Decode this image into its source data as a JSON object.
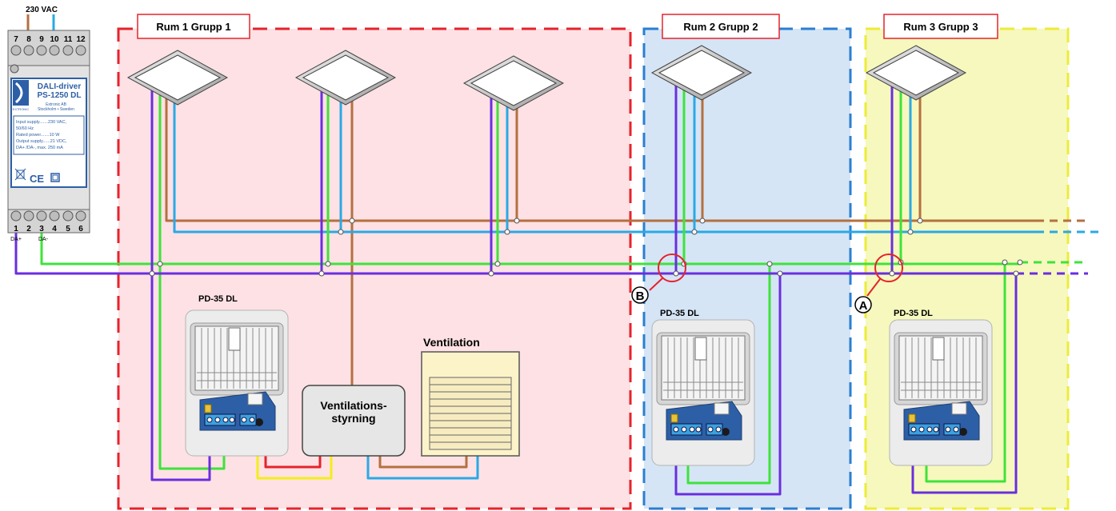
{
  "driver": {
    "supply_label": "230 VAC",
    "top_terminals": [
      "7",
      "8",
      "9",
      "10",
      "11",
      "12"
    ],
    "bottom_terminals": [
      "1",
      "2",
      "3",
      "4",
      "5",
      "6"
    ],
    "da_plus": "DA+",
    "da_minus": "DA-",
    "title": "DALI-driver",
    "model": "PS-1250 DL",
    "maker_line1": "Extronic AB",
    "maker_line2": "Stockholm • Sweden",
    "brand_tag": "EXTRONIC",
    "specs": [
      "Input supply.......230 VAC,",
      "50/60 Hz",
      "Rated power.......10 W",
      "Output supply......21 VDC,",
      "DA+ /DA-, max. 250 mA"
    ],
    "cert_marks": "CE"
  },
  "rooms": [
    {
      "label": "Rum 1 Grupp 1"
    },
    {
      "label": "Rum 2 Grupp 2"
    },
    {
      "label": "Rum 3 Grupp 3"
    }
  ],
  "sensors": [
    {
      "label": "PD-35 DL"
    },
    {
      "label": "PD-35 DL"
    },
    {
      "label": "PD-35 DL"
    }
  ],
  "ventilation_control": {
    "line1": "Ventilations-",
    "line2": "styrning"
  },
  "ventilation": {
    "label": "Ventilation"
  },
  "markers": [
    {
      "label": "B"
    },
    {
      "label": "A"
    }
  ],
  "colors": {
    "room1_fill": "#fde1e4",
    "room1_border": "#e5232b",
    "room2_fill": "#d5e5f6",
    "room2_border": "#2a7fd1",
    "room3_fill": "#f6f8bd",
    "room3_border": "#ecec3a",
    "wire_purple": "#6a2ee0",
    "wire_green": "#3ee33a",
    "wire_blue": "#29a9e6",
    "wire_brown": "#b5703f",
    "wire_red": "#e5232b",
    "wire_yellow": "#f2ee1a"
  }
}
